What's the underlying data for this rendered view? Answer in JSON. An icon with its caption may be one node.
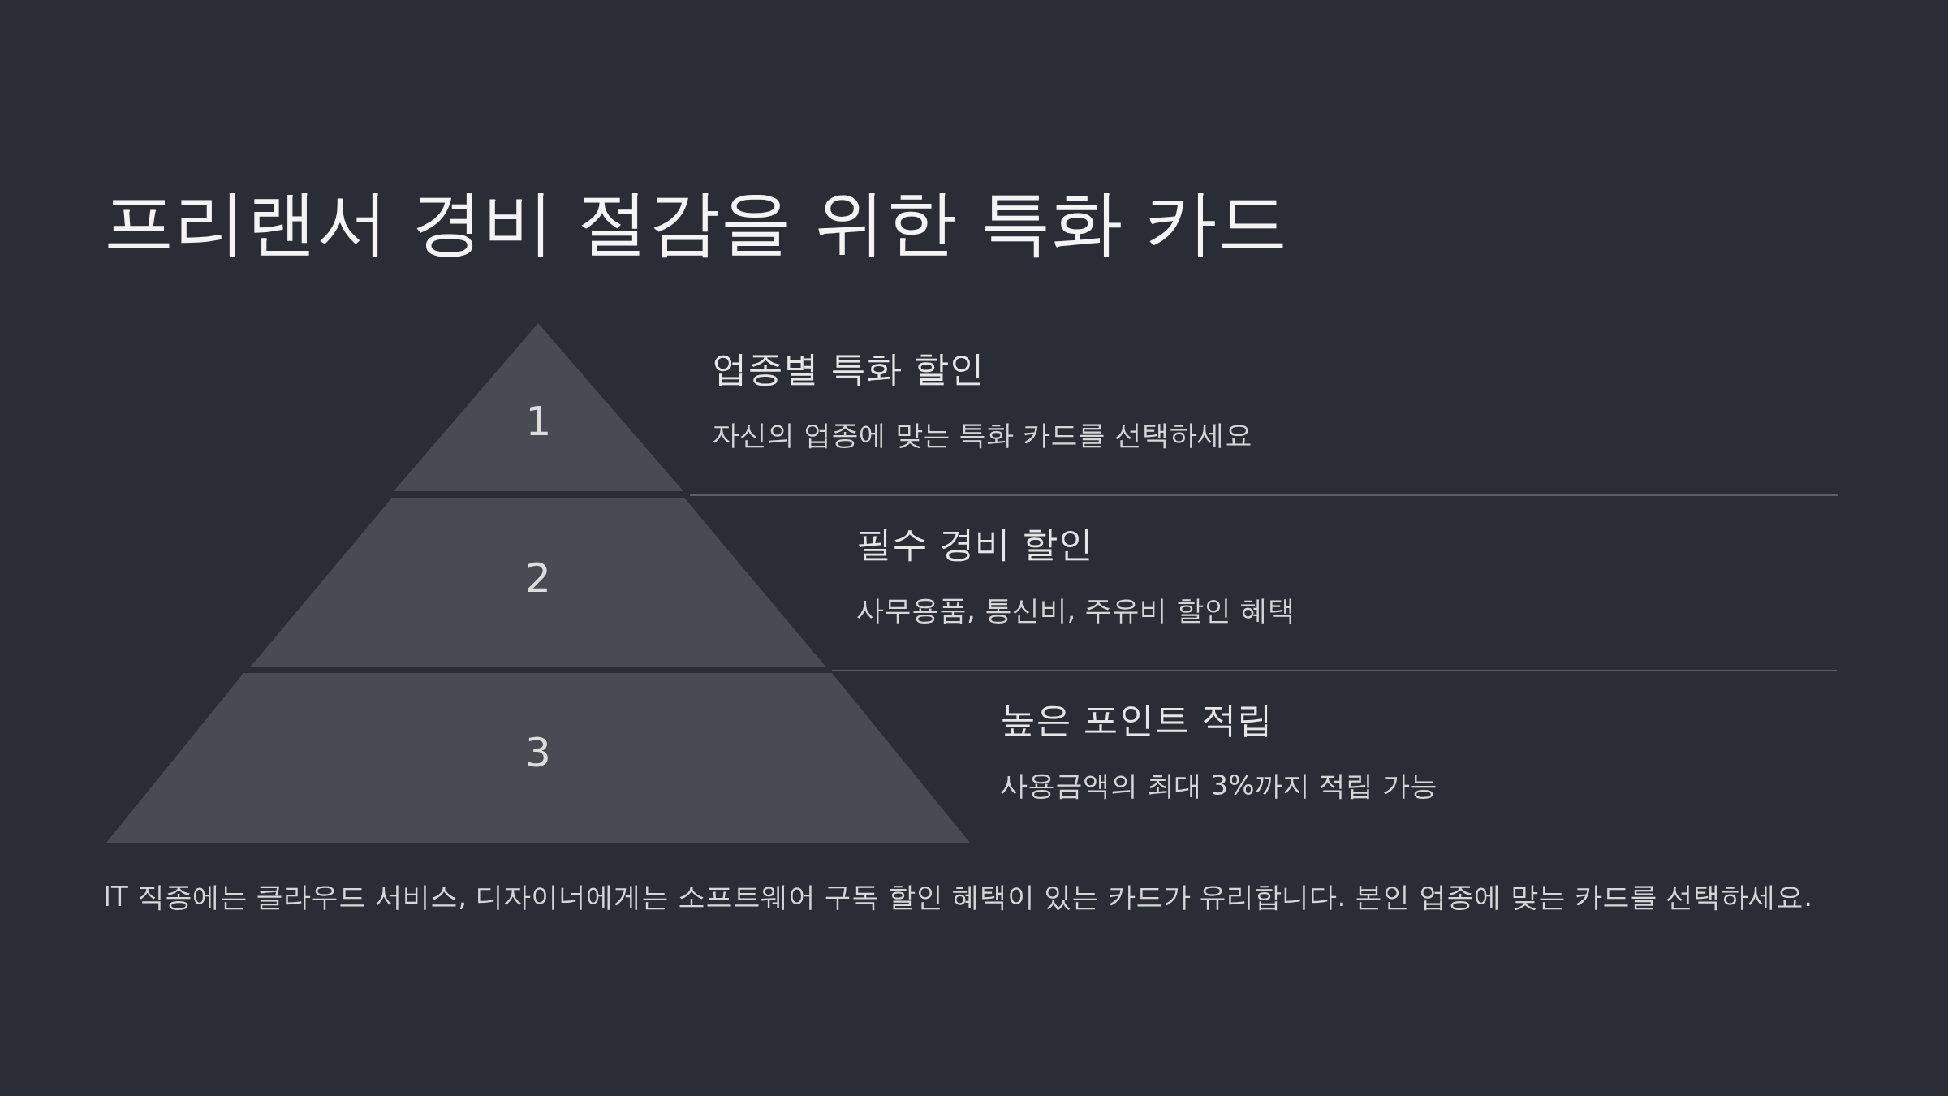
{
  "diagram": {
    "title": "프리랜서 경비 절감을 위한 특화 카드",
    "nodes": [
      {
        "text": [
          "1"
        ],
        "beside": [
          "업종별 특화 할인",
          "자신의 업종에 맞는 특화 카드를 선택하세요"
        ]
      },
      {
        "text": [
          "2"
        ],
        "beside": [
          "필수 경비 할인",
          "사무용품, 통신비, 주유비 할인 혜택"
        ]
      },
      {
        "text": [
          "3"
        ],
        "beside": [
          "높은 포인트 적립",
          "사용금액의 최대 3%까지 적립 가능"
        ]
      }
    ],
    "edges": [],
    "caption": "IT 직종에는 클라우드 서비스, 디자이너에게는 소프트웨어 구독 할인 혜택이 있는 카드가 유리합니다. 본인 업종에 맞는 카드를 선택하세요."
  }
}
